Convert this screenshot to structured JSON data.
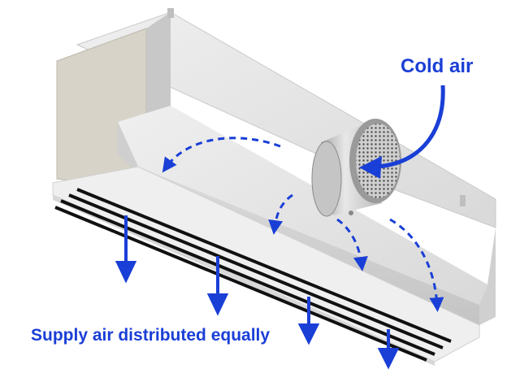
{
  "labels": {
    "cold_air": "Cold air",
    "supply_air": "Supply air distributed equally"
  },
  "colors": {
    "accent_blue": "#1a3fd6",
    "arrow_blue": "#1a3fd6",
    "metal_light": "#e6e6e6",
    "metal_mid": "#cfcfcf",
    "metal_dark": "#b3b3b3",
    "slot_black": "#111111"
  },
  "diagram": {
    "subject": "linear slot diffuser plenum box",
    "inlet": "round perforated inlet collar",
    "slots": 4,
    "down_arrows": 4,
    "curved_dashed_arrows": 4
  }
}
